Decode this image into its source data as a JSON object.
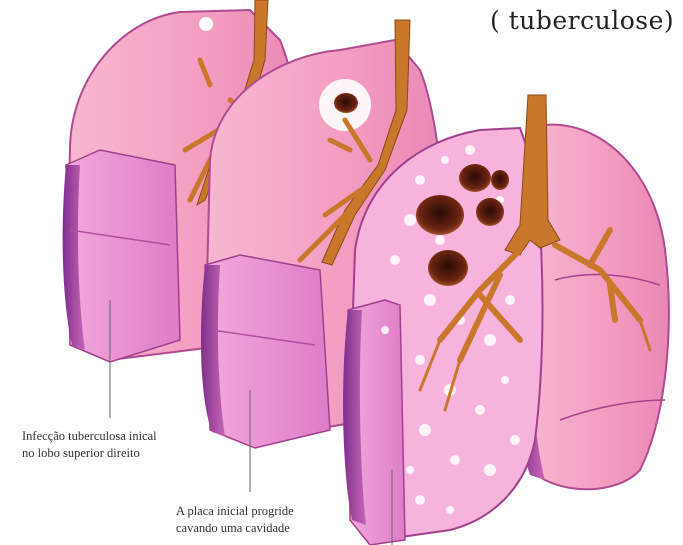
{
  "title": "( tuberculose)",
  "captions": [
    {
      "lines": [
        "Infecção tuberculosa inical",
        "no lobo superior direito"
      ]
    },
    {
      "lines": [
        "A placa inicial progride",
        "cavando uma cavidade"
      ]
    }
  ],
  "colors": {
    "lung_pink": "#f3a9c6",
    "lung_light": "#f9c6da",
    "lung_shade": "#c25aa4",
    "lung_edge": "#8e3b93",
    "cut_face": "#e98fd0",
    "airway": "#c9772b",
    "airway_dark": "#8a4a15",
    "cavity": "#5a1d0e"
  }
}
